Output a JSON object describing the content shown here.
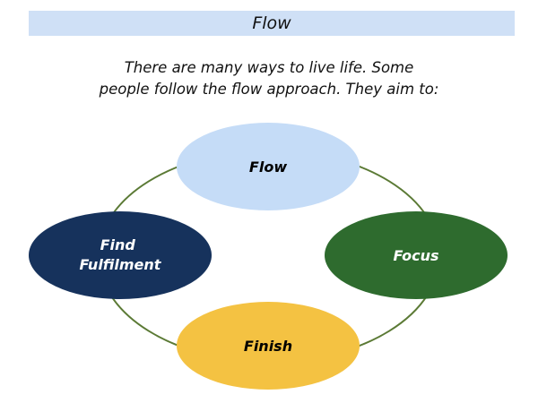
{
  "header": {
    "title": "Flow"
  },
  "intro": {
    "line1": "There are many ways to live life. Some",
    "line2": "people follow the flow approach. They aim to:"
  },
  "cycle": {
    "nodes": [
      {
        "id": "flow",
        "lines": [
          "Flow"
        ],
        "fill": "#c5dcf7",
        "text_color": "#000000"
      },
      {
        "id": "focus",
        "lines": [
          "Focus"
        ],
        "fill": "#2e6b2e",
        "text_color": "#ffffff"
      },
      {
        "id": "finish",
        "lines": [
          "Finish"
        ],
        "fill": "#f4c242",
        "text_color": "#000000"
      },
      {
        "id": "find-fulfilment",
        "lines": [
          "Find",
          "Fulfilment"
        ],
        "fill": "#16325c",
        "text_color": "#ffffff"
      }
    ],
    "ring_color": "#5b7a35"
  }
}
